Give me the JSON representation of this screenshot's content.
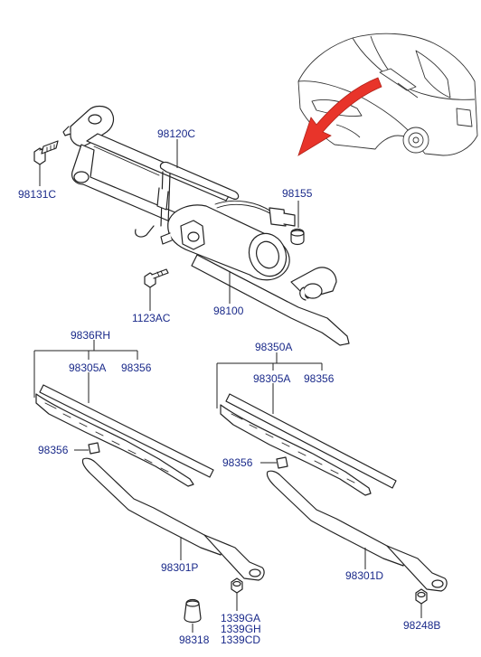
{
  "labels": {
    "l_98120C": "98120C",
    "l_98131C": "98131C",
    "l_98155": "98155",
    "l_1123AC": "1123AC",
    "l_98100": "98100",
    "l_9836RH": "9836RH",
    "l_98305A_left": "98305A",
    "l_98356_left_top": "98356",
    "l_98356_left_side": "98356",
    "l_98350A": "98350A",
    "l_98305A_right": "98305A",
    "l_98356_right_top": "98356",
    "l_98356_right_side": "98356",
    "l_98301P": "98301P",
    "l_98301D": "98301D",
    "l_98318": "98318",
    "l_1339GA": "1339GA",
    "l_1339GH": "1339GH",
    "l_1339CD": "1339CD",
    "l_98248B": "98248B"
  },
  "colors": {
    "label": "#1a2a8a",
    "arrow": "#e8342a",
    "line": "#222222"
  }
}
